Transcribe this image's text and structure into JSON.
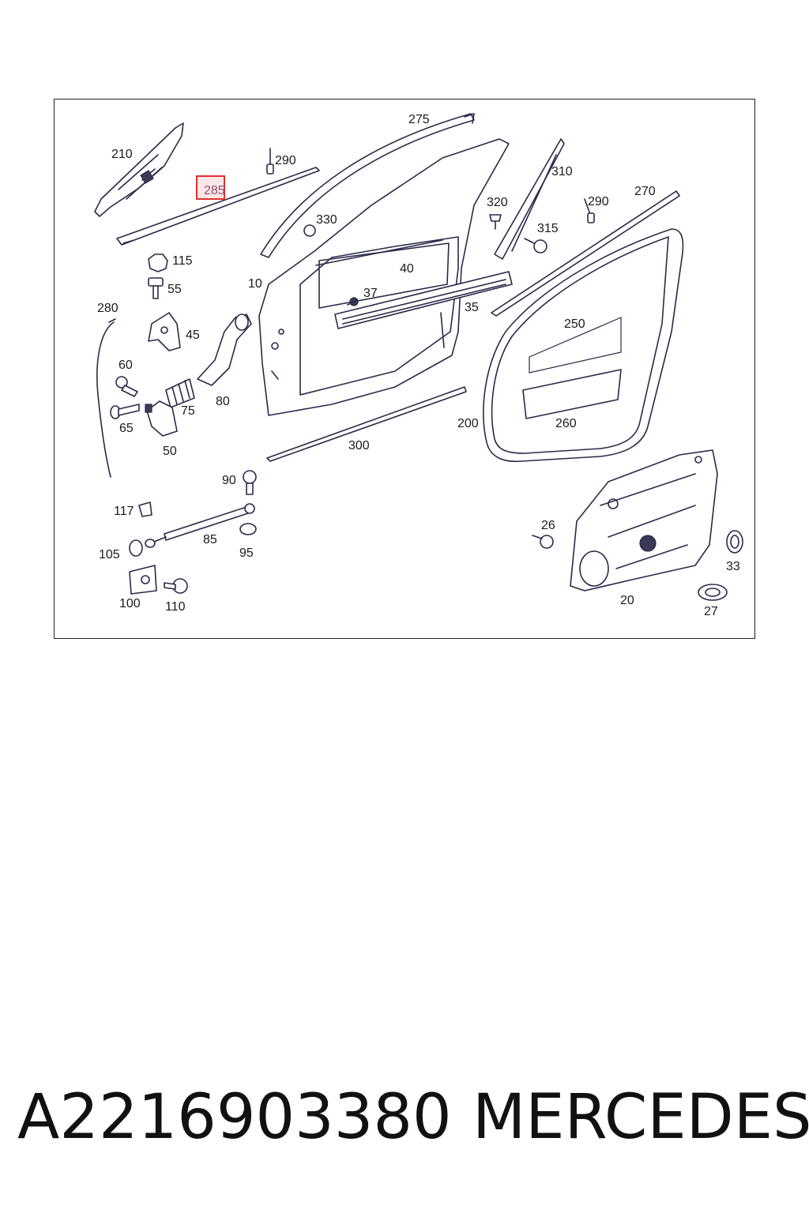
{
  "diagram": {
    "highlighted_label": "285",
    "labels": [
      {
        "id": "l275",
        "text": "275"
      },
      {
        "id": "l210",
        "text": "210"
      },
      {
        "id": "l290a",
        "text": "290"
      },
      {
        "id": "l310",
        "text": "310"
      },
      {
        "id": "l330",
        "text": "330"
      },
      {
        "id": "l320",
        "text": "320"
      },
      {
        "id": "l290b",
        "text": "290"
      },
      {
        "id": "l270",
        "text": "270"
      },
      {
        "id": "l315",
        "text": "315"
      },
      {
        "id": "l115",
        "text": "115"
      },
      {
        "id": "l40",
        "text": "40"
      },
      {
        "id": "l10",
        "text": "10"
      },
      {
        "id": "l55",
        "text": "55"
      },
      {
        "id": "l37",
        "text": "37"
      },
      {
        "id": "l35",
        "text": "35"
      },
      {
        "id": "l280",
        "text": "280"
      },
      {
        "id": "l250",
        "text": "250"
      },
      {
        "id": "l45",
        "text": "45"
      },
      {
        "id": "l60",
        "text": "60"
      },
      {
        "id": "l75",
        "text": "75"
      },
      {
        "id": "l80",
        "text": "80"
      },
      {
        "id": "l65",
        "text": "65"
      },
      {
        "id": "l200",
        "text": "200"
      },
      {
        "id": "l260",
        "text": "260"
      },
      {
        "id": "l50",
        "text": "50"
      },
      {
        "id": "l300",
        "text": "300"
      },
      {
        "id": "l90",
        "text": "90"
      },
      {
        "id": "l117",
        "text": "117"
      },
      {
        "id": "l26",
        "text": "26"
      },
      {
        "id": "l85",
        "text": "85"
      },
      {
        "id": "l95",
        "text": "95"
      },
      {
        "id": "l105",
        "text": "105"
      },
      {
        "id": "l33",
        "text": "33"
      },
      {
        "id": "l20",
        "text": "20"
      },
      {
        "id": "l100",
        "text": "100"
      },
      {
        "id": "l110",
        "text": "110"
      },
      {
        "id": "l27",
        "text": "27"
      }
    ]
  },
  "footer": {
    "part_number": "A2216903380",
    "brand": "MERCEDES"
  }
}
